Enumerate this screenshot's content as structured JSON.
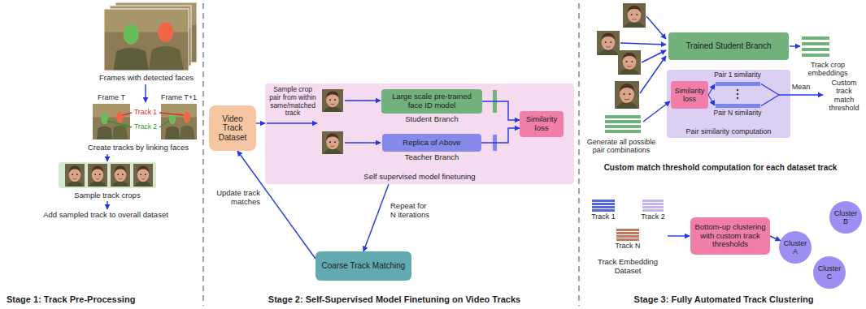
{
  "diagram": {
    "nodes": [
      {
        "text": [
          "Video Track Dataset"
        ]
      },
      {
        "text": [
          "Self supervised model finetuning"
        ]
      },
      {
        "text": [
          "Large scale pre-trained face ID model",
          "Student Branch"
        ],
        "in": 1
      },
      {
        "text": [
          "Replica of Above",
          "Teacher Branch"
        ],
        "in": 1
      },
      {
        "text": [
          "Similarity loss"
        ],
        "in": 1
      },
      {
        "text": [
          "Coarse Track Matching"
        ]
      },
      {
        "text": [
          "Trained Student Branch"
        ]
      },
      {
        "text": [
          "Pair similarity computation"
        ]
      },
      {
        "text": [
          "Similarity loss"
        ],
        "in": 7
      },
      {
        "text": [
          "Bottom-up clustering with custom track thresholds"
        ]
      },
      {
        "text": [
          "Cluster A"
        ]
      },
      {
        "text": [
          "Cluster B"
        ]
      },
      {
        "text": [
          "Cluster C"
        ]
      }
    ],
    "edges": [
      {
        "from": 0,
        "to": 1,
        "arrow": "to"
      },
      {
        "from": 2,
        "to": 4,
        "arrow": "to"
      },
      {
        "from": 3,
        "to": 4,
        "arrow": "to"
      },
      {
        "from": 1,
        "to": 5,
        "label": "Repeat for N iterations",
        "arrow": "to"
      },
      {
        "from": 5,
        "to": 0,
        "label": "Update track matches",
        "arrow": "to"
      },
      {
        "from": 9,
        "to": 10,
        "arrow": "to"
      }
    ],
    "labels": [
      "Frames with detected faces",
      "Frame T",
      "Frame T+1",
      "Track 1",
      "Track 2",
      "Create tracks by linking faces",
      "Sample track crops",
      "Add sampled track to overall dataset",
      "Stage 1: Track Pre-Processing",
      "Sample crop pair from within same/matched track",
      "Stage 2: Self-Supervised Model Finetuning on Video Tracks",
      "Track crop embeddings",
      "Generate all possible pair combinations",
      "Pair 1 similarity",
      "Pair N similarity",
      "Mean",
      "Custom track match threshold",
      "Custom match threshold computation for each dataset track",
      "Track 1",
      "Track 2",
      "Track N",
      "Track Embedding Dataset",
      "Stage 3: Fully Automated Track Clustering"
    ]
  }
}
